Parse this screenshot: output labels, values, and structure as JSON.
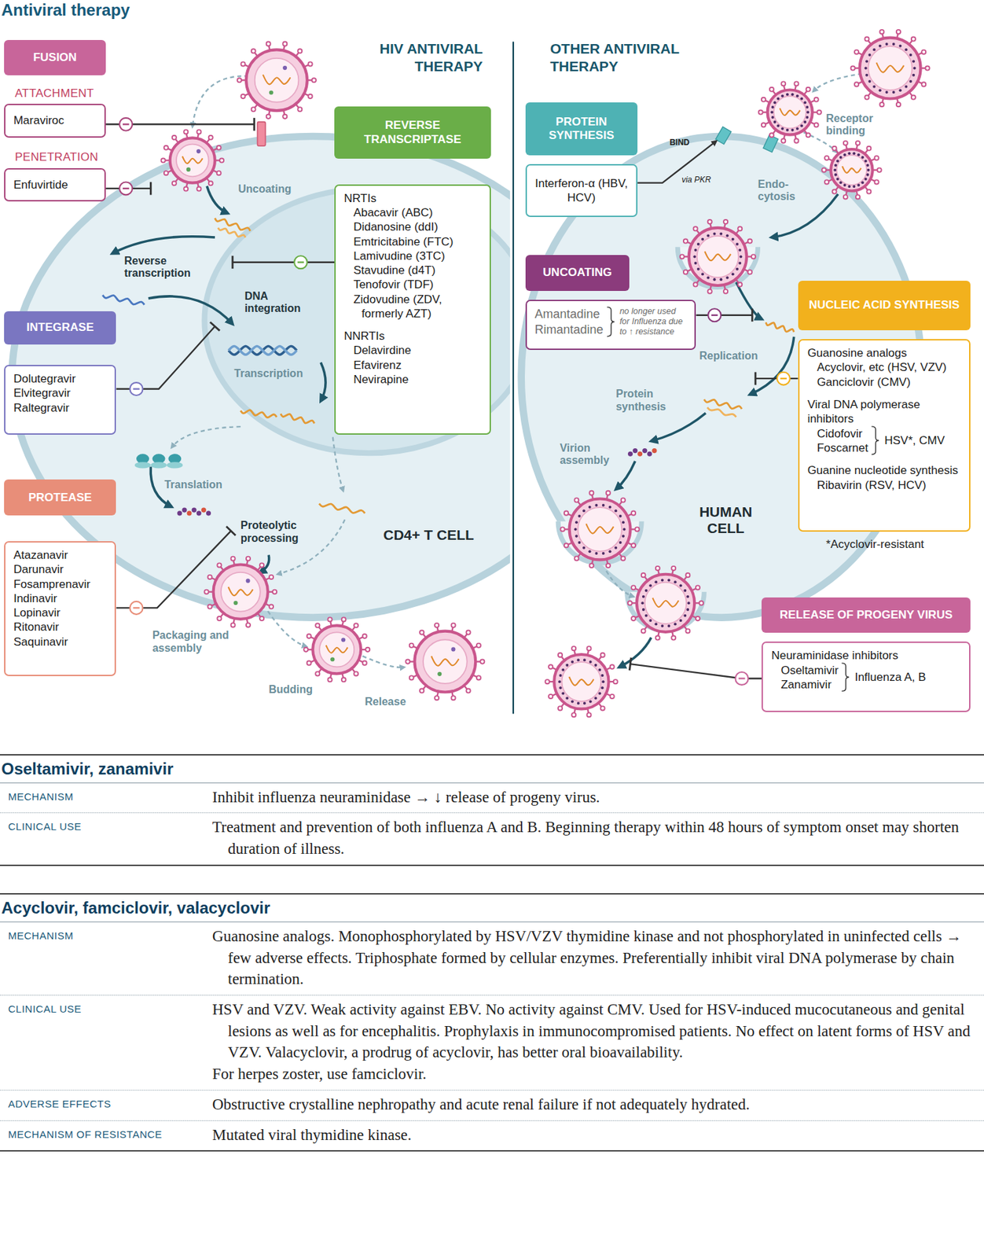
{
  "diagram": {
    "title": "Antiviral therapy",
    "nodes": [
      {
        "text": [
          "FUSION"
        ]
      },
      {
        "text": [
          "ATTACHMENT",
          "Maraviroc"
        ]
      },
      {
        "text": [
          "PENETRATION",
          "Enfuvirtide"
        ]
      },
      {
        "text": [
          "REVERSE TRANSCRIPTASE"
        ]
      },
      {
        "text": [
          "NRTIs",
          "Abacavir (ABC)",
          "Didanosine (ddI)",
          "Emtricitabine (FTC)",
          "Lamivudine (3TC)",
          "Stavudine (d4T)",
          "Tenofovir (TDF)",
          "Zidovudine (ZDV, formerly AZT)",
          "NNRTIs",
          "Delavirdine",
          "Efavirenz",
          "Nevirapine"
        ]
      },
      {
        "text": [
          "INTEGRASE"
        ]
      },
      {
        "text": [
          "Dolutegravir",
          "Elvitegravir",
          "Raltegravir"
        ]
      },
      {
        "text": [
          "PROTEASE"
        ]
      },
      {
        "text": [
          "Atazanavir",
          "Darunavir",
          "Fosamprenavir",
          "Indinavir",
          "Lopinavir",
          "Ritonavir",
          "Saquinavir"
        ]
      },
      {
        "text": [
          "PROTEIN SYNTHESIS"
        ]
      },
      {
        "text": [
          "Interferon-α (HBV, HCV)"
        ]
      },
      {
        "text": [
          "UNCOATING"
        ]
      },
      {
        "text": [
          "Amantadine",
          "Rimantadine",
          "no longer used for Influenza due to ↑ resistance"
        ]
      },
      {
        "text": [
          "NUCLEIC ACID SYNTHESIS"
        ]
      },
      {
        "text": [
          "Guanosine analogs",
          "Acyclovir, etc (HSV, VZV)",
          "Ganciclovir (CMV)",
          "Viral DNA polymerase inhibitors",
          "Cidofovir",
          "Foscarnet",
          "HSV*, CMV",
          "Guanine nucleotide synthesis",
          "Ribavirin (RSV, HCV)"
        ]
      },
      {
        "text": [
          "RELEASE OF PROGENY VIRUS"
        ]
      },
      {
        "text": [
          "Neuraminidase inhibitors",
          "Oseltamivir",
          "Zanamivir",
          "Influenza A, B"
        ]
      }
    ],
    "labels": [
      "HIV ANTIVIRAL THERAPY",
      "OTHER ANTIVIRAL THERAPY",
      "Uncoating",
      "Reverse transcription",
      "DNA integration",
      "Transcription",
      "Translation",
      "Proteolytic processing",
      "CD4+ T CELL",
      "Packaging and assembly",
      "Budding",
      "Release",
      "BIND",
      "via PKR",
      "Receptor binding",
      "Endo- cytosis",
      "Replication",
      "Protein synthesis",
      "Virion assembly",
      "HUMAN CELL",
      "*Acyclovir-resistant",
      "Oseltamivir, zanamivir",
      "MECHANISM",
      "Inhibit influenza neuraminidase → ↓ release of progeny virus.",
      "CLINICAL USE",
      "Treatment and prevention of both influenza A and B. Beginning therapy within 48 hours of symptom onset may shorten duration of illness.",
      "Acyclovir, famciclovir, valacyclovir",
      "MECHANISM",
      "Guanosine analogs. Monophosphorylated by HSV/VZV thymidine kinase and not phosphorylated in uninfected cells → few adverse effects. Triphosphate formed by cellular enzymes. Preferentially inhibit viral DNA polymerase by chain termination.",
      "CLINICAL USE",
      "HSV and VZV. Weak activity against EBV. No activity against CMV. Used for HSV-induced mucocutaneous and genital lesions as well as for encephalitis. Prophylaxis in immunocompromised patients. No effect on latent forms of HSV and VZV. Valacyclovir, a prodrug of acyclovir, has better oral bioavailability.",
      "For herpes zoster, use famciclovir.",
      "ADVERSE EFFECTS",
      "Obstructive crystalline nephropathy and acute renal failure if not adequately hydrated.",
      "MECHANISM OF RESISTANCE",
      "Mutated viral thymidine kinase."
    ]
  }
}
